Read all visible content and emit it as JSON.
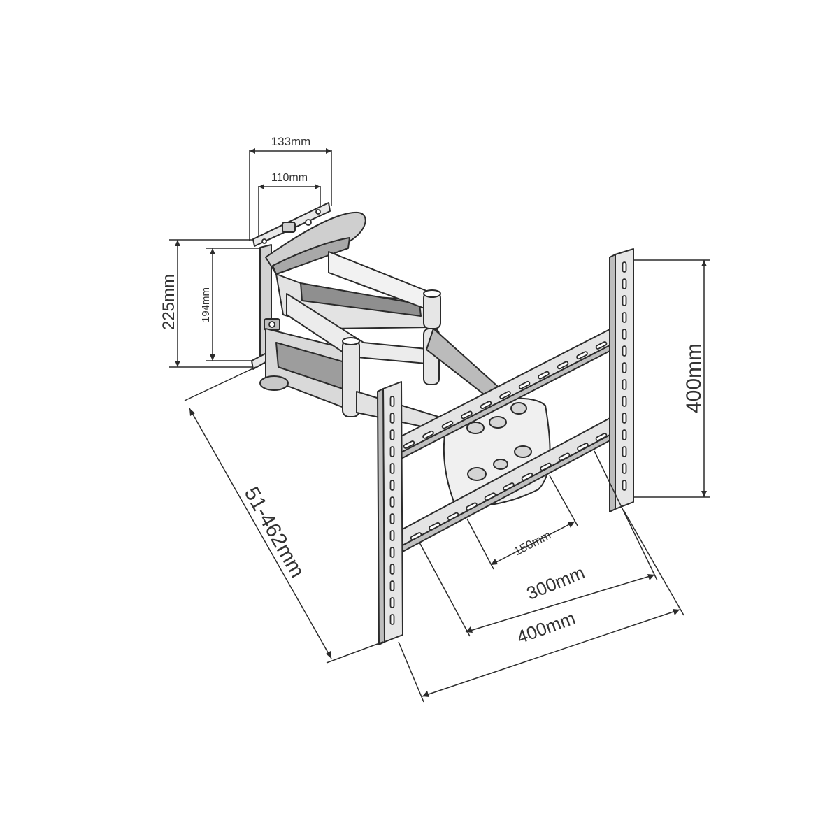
{
  "dimensions": {
    "wall_plate_width_outer": "133mm",
    "wall_plate_width_inner": "110mm",
    "wall_plate_height_outer": "225mm",
    "wall_plate_height_inner": "194mm",
    "extension": "51-462mm",
    "vesa_height": "400mm",
    "vesa_inner": "150mm",
    "vesa_middle": "300mm",
    "vesa_width": "400mm"
  },
  "colors": {
    "line": "#2b2b2b",
    "fill_light": "#e6e6e6",
    "fill_mid": "#c9c9c9",
    "fill_dark": "#9a9a9a",
    "text": "#333333"
  }
}
